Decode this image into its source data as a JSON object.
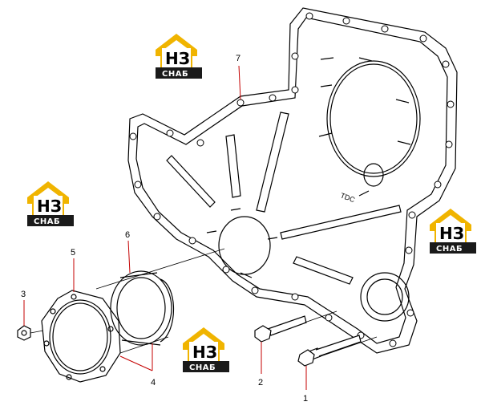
{
  "diagram": {
    "callouts": {
      "c1": "1",
      "c2": "2",
      "c3": "3",
      "c4": "4",
      "c5": "5",
      "c6": "6",
      "c7": "7"
    },
    "tdc_mark": "TDC",
    "brand": {
      "top": "НЗ",
      "bottom": "СНАБ",
      "color_gold": "#f0b400",
      "color_dark": "#1a1a1a"
    }
  }
}
